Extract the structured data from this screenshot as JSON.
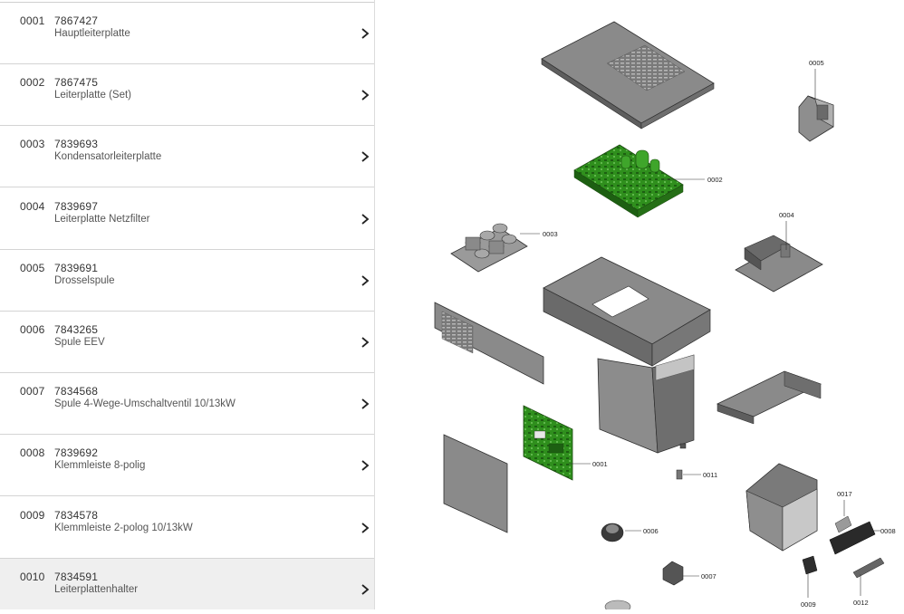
{
  "parts_list": {
    "items": [
      {
        "pos": "0001",
        "number": "7867427",
        "name": "Hauptleiterplatte"
      },
      {
        "pos": "0002",
        "number": "7867475",
        "name": "Leiterplatte (Set)"
      },
      {
        "pos": "0003",
        "number": "7839693",
        "name": "Kondensatorleiterplatte"
      },
      {
        "pos": "0004",
        "number": "7839697",
        "name": "Leiterplatte Netzfilter"
      },
      {
        "pos": "0005",
        "number": "7839691",
        "name": "Drosselspule"
      },
      {
        "pos": "0006",
        "number": "7843265",
        "name": "Spule EEV"
      },
      {
        "pos": "0007",
        "number": "7834568",
        "name": "Spule 4-Wege-Umschaltventil 10/13kW"
      },
      {
        "pos": "0008",
        "number": "7839692",
        "name": "Klemmleiste 8-polig"
      },
      {
        "pos": "0009",
        "number": "7834578",
        "name": "Klemmleiste 2-polog 10/13kW"
      },
      {
        "pos": "0010",
        "number": "7834591",
        "name": "Leiterplattenhalter"
      }
    ],
    "selected_index": 9,
    "row_chevron_icon": "chevron-right-icon"
  },
  "diagram": {
    "callouts": {
      "c0001": "0001",
      "c0002": "0002",
      "c0003": "0003",
      "c0004": "0004",
      "c0005": "0005",
      "c0006": "0006",
      "c0007": "0007",
      "c0008": "0008",
      "c0009": "0009",
      "c0011": "0011",
      "c0012": "0012",
      "c0017": "0017"
    },
    "colors": {
      "metal": "#8c8c8c",
      "metal_dark": "#5e5e5e",
      "metal_light": "#b0b0b0",
      "pcb": "#2f8f1d",
      "pcb_dark": "#1d5f12",
      "outline": "#2e2e2e",
      "leader": "#333333"
    }
  }
}
